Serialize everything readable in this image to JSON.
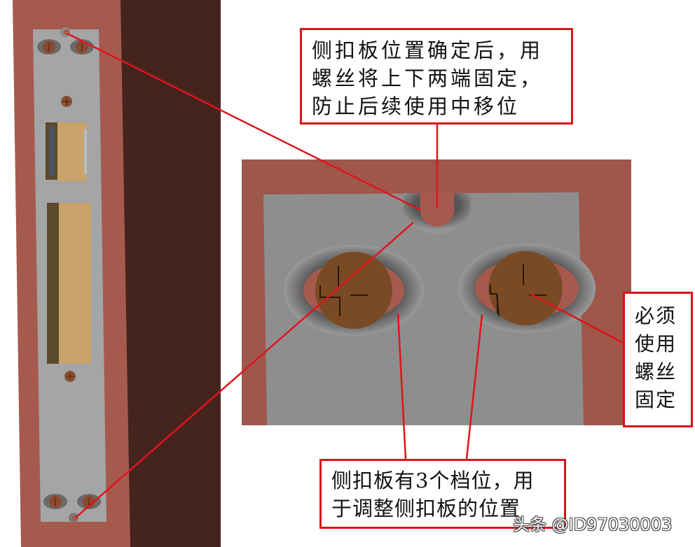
{
  "diagram": {
    "type": "annotated-illustration",
    "subject": "door lock side strike plate installation",
    "colors": {
      "door_frame": "#a65a4e",
      "door_face": "#45241e",
      "plate": "#a0a2a4",
      "plate_zoom": "#8c8c8c",
      "screw": "#7a4a24",
      "latch_hole": "#c9a36a",
      "latch_shadow": "#5a4a2a",
      "callout_border": "#d9141b",
      "leader_line": "#e0141b"
    }
  },
  "callouts": {
    "top": {
      "lines": [
        "侧扣板位置确定后，用",
        "螺丝将上下两端固定，",
        "防止后续使用中移位"
      ]
    },
    "right": {
      "lines": [
        "必须",
        "使用",
        "螺丝",
        "固定"
      ]
    },
    "bottom": {
      "lines": [
        "侧扣板有3个档位，用",
        "于调整侧扣板的位置"
      ]
    }
  },
  "watermark": {
    "text": "头条 @ID97030003"
  }
}
